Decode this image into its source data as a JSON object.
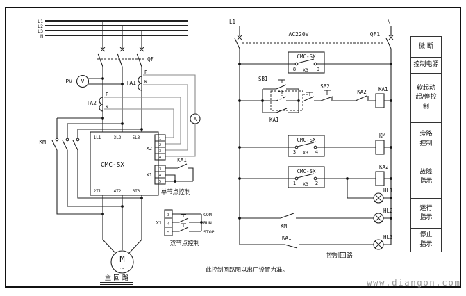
{
  "watermark": "www.diangon.com",
  "note": "此控制回路图以出厂设置为准。",
  "main": {
    "title": "主 回 路",
    "lines": [
      "L1",
      "L2",
      "L3",
      "N"
    ],
    "qf": "QF",
    "pv": "PV",
    "pv_dial": "V",
    "ta1": "TA1",
    "ta1_p": "P",
    "ta1_k": "K",
    "ta2": "TA2",
    "ta2_p": "P",
    "ta2_k": "K",
    "ammeter": "A",
    "km": "KM",
    "device": "CMC-SX",
    "in_terminals": [
      "1L1",
      "3L2",
      "5L3"
    ],
    "out_terminals": [
      "2T1",
      "4T2",
      "6T3"
    ],
    "x2_label": "X2",
    "x2_pins": [
      "1",
      "2",
      "3",
      "4"
    ],
    "x1_label": "X1",
    "x1_pins": [
      "3",
      "4",
      "5"
    ],
    "ka1": "KA1",
    "single_node_caption": "单节点控制",
    "motor_letter": "M",
    "motor_wave": "~",
    "dual_node": {
      "label": "X1",
      "pins": [
        "3",
        "4",
        "5"
      ],
      "wires": [
        "COM",
        "RUN",
        "STOP"
      ],
      "caption": "双节点控制"
    }
  },
  "ctrl": {
    "title": "控制回路",
    "phase": "L1",
    "neutral": "N",
    "voltage": "AC220V",
    "breaker": "QF1",
    "rung_power": {
      "device": "CMC-SX",
      "t1": "8",
      "tm": "X3",
      "t2": "9"
    },
    "rung_start": {
      "sb1": "SB1",
      "ka1_seal": "KA1",
      "sb2": "SB2",
      "ka2_nc": "KA2",
      "ka1_coil": "KA1"
    },
    "rung_bypass": {
      "device": "CMC-SX",
      "t1": "3",
      "tm": "X3",
      "t2": "4",
      "km_coil": "KM"
    },
    "rung_fault": {
      "device": "CMC-SX",
      "t1": "1",
      "tm": "X3",
      "t2": "2",
      "ka2_coil": "KA2",
      "hl1": "HL1"
    },
    "rung_run": {
      "km_no": "KM",
      "hl2": "HL2"
    },
    "rung_stop": {
      "ka1_no": "KA1",
      "hl3": "HL3"
    }
  },
  "legend": [
    "微  断",
    "控制电源",
    "软起动\n起/停控\n制",
    "旁路\n控制",
    "故障\n指示",
    "运行\n指示",
    "停止\n指示"
  ]
}
